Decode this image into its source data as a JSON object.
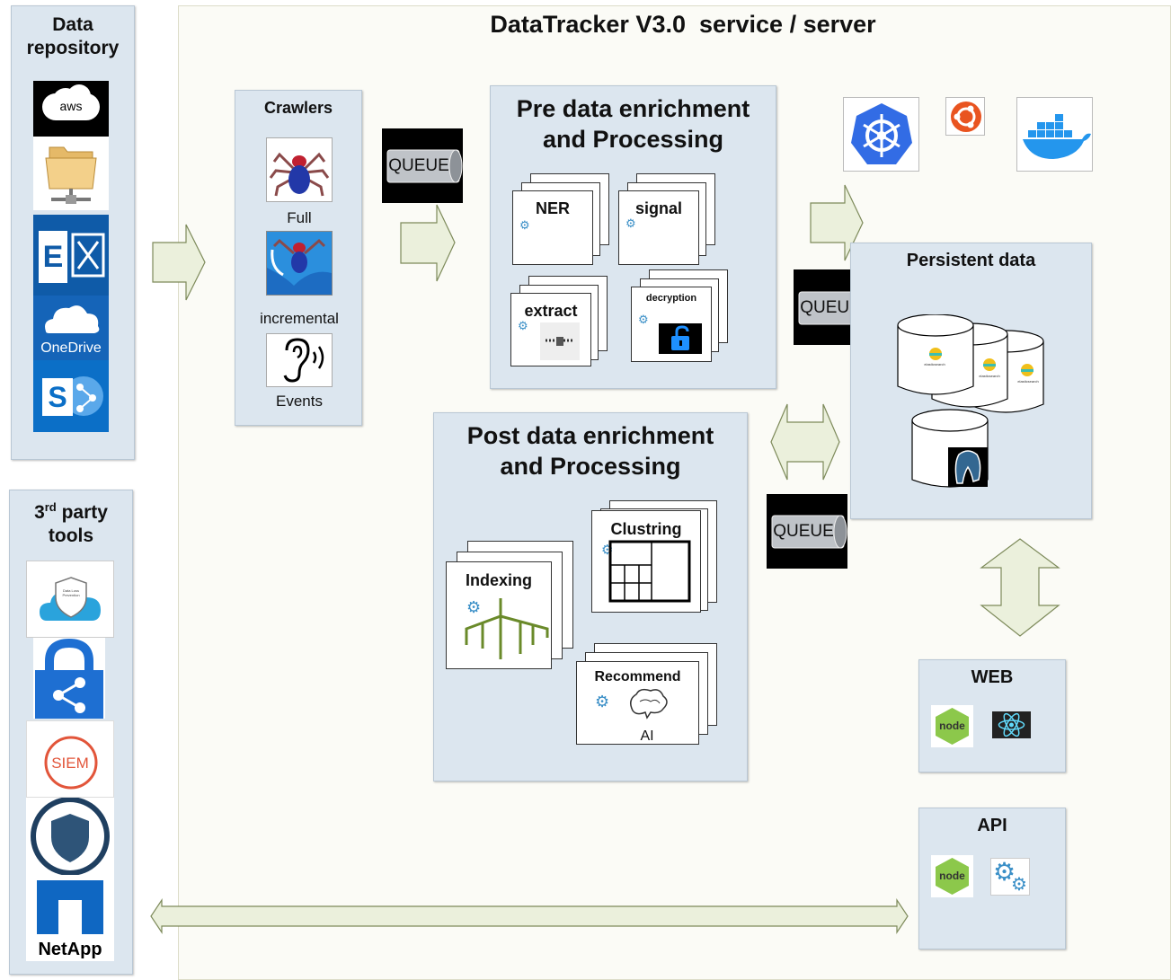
{
  "server_title": "DataTracker V3.0  service / server",
  "repository": {
    "title_line1": "Data",
    "title_line2": "repository",
    "aws_label": "aws",
    "onedrive_label": "OneDrive"
  },
  "tools": {
    "title_num": "3",
    "title_sup": "rd",
    "title_rest": " party",
    "title_line2": "tools",
    "dlp_label": "Data Loss Prevention",
    "siem_label": "SIEM",
    "netapp_label": "NetApp"
  },
  "crawlers": {
    "title": "Crawlers",
    "full": "Full",
    "incremental": "incremental",
    "events": "Events"
  },
  "queue_label": "QUEUE",
  "pre": {
    "title_line1": "Pre data enrichment",
    "title_line2": "and Processing",
    "ner": "NER",
    "signal": "signal",
    "extract": "extract",
    "decryption": "decryption"
  },
  "post": {
    "title_line1": "Post data enrichment",
    "title_line2": "and Processing",
    "indexing": "Indexing",
    "clustring": "Clustring",
    "recommend": "Recommend",
    "ai": "AI"
  },
  "persistent": {
    "title": "Persistent data",
    "es_label": "elasticsearch"
  },
  "web": {
    "title": "WEB"
  },
  "api": {
    "title": "API"
  },
  "node_label": "node",
  "colors": {
    "panel": "#dce6ef",
    "arrow_fill": "#ebf0dc",
    "arrow_stroke": "#7d8a5a",
    "kubernetes": "#326ce5",
    "ubuntu": "#e95420",
    "docker": "#2496ed",
    "node": "#8cc84b",
    "react": "#61dafb"
  }
}
